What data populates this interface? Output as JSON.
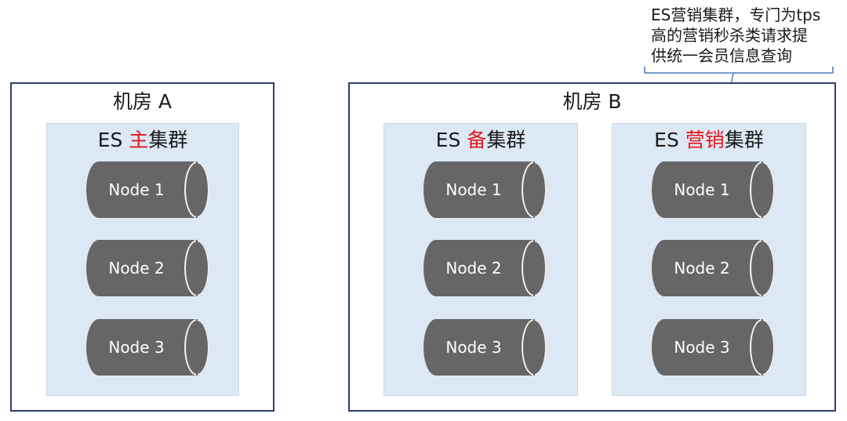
{
  "rooms": {
    "a": {
      "title": "机房 A",
      "cluster": {
        "prefix": "ES ",
        "highlight": "主",
        "suffix": "集群",
        "nodes": [
          "Node 1",
          "Node 2",
          "Node 3"
        ]
      }
    },
    "b": {
      "title": "机房 B",
      "clusters": [
        {
          "prefix": "ES ",
          "highlight": "备",
          "suffix": "集群",
          "nodes": [
            "Node 1",
            "Node 2",
            "Node 3"
          ]
        },
        {
          "prefix": "ES ",
          "highlight": "营销",
          "suffix": "集群",
          "nodes": [
            "Node 1",
            "Node 2",
            "Node 3"
          ]
        }
      ]
    }
  },
  "callout": {
    "lines": [
      "ES营销集群，专门为tps",
      "高的营销秒杀类请求提",
      "供统一会员信息查询"
    ]
  },
  "colors": {
    "room_border": "#2f3f6b",
    "cluster_fill": "#dde8f5",
    "node_fill": "#666666",
    "highlight": "#e8141b",
    "connector": "#4a7fc1"
  }
}
